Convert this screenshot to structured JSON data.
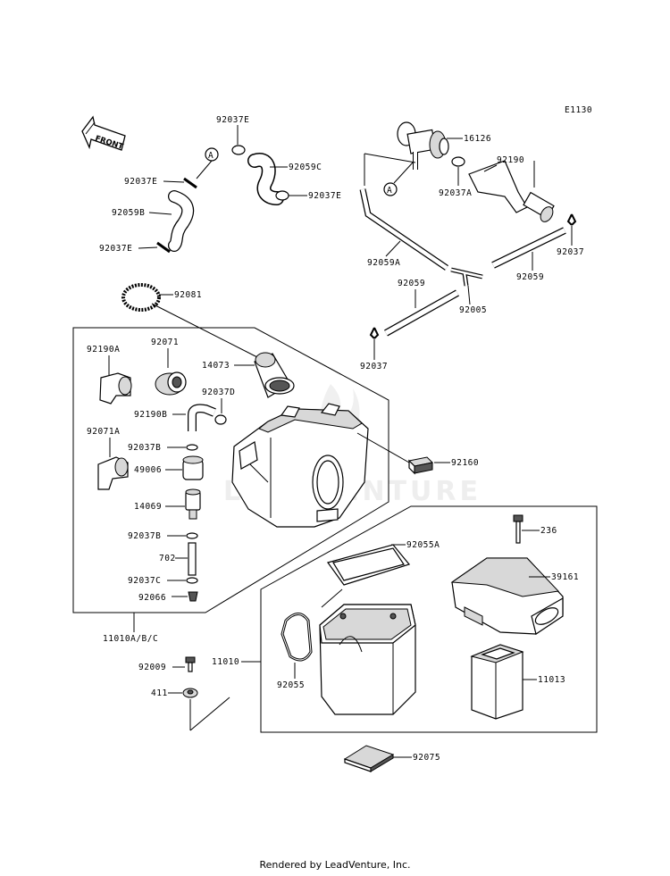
{
  "diagram_code": "E1130",
  "front_label": "FRONT",
  "circle_marker": "A",
  "watermark": "LEADVENTURE",
  "footer": "Rendered by LeadVenture, Inc.",
  "labels": {
    "p16126": "16126",
    "p92190": "92190",
    "p92037A": "92037A",
    "p92037E_top": "92037E",
    "p92059C": "92059C",
    "p92037E_right": "92037E",
    "p92037E_left1": "92037E",
    "p92059B": "92059B",
    "p92037E_left2": "92037E",
    "p92059A": "92059A",
    "p92059_right": "92059",
    "p92037_right": "92037",
    "p92059_mid": "92059",
    "p92005": "92005",
    "p92037_mid": "92037",
    "p92081": "92081",
    "p92190A": "92190A",
    "p92071": "92071",
    "p14073": "14073",
    "p92037D": "92037D",
    "p92190B": "92190B",
    "p92071A": "92071A",
    "p92037B_1": "92037B",
    "p49006": "49006",
    "p92160": "92160",
    "p14069": "14069",
    "p92037B_2": "92037B",
    "p702": "702",
    "p92037C": "92037C",
    "p92066": "92066",
    "p11010ABC": "11010A/B/C",
    "p236": "236",
    "p92055A": "92055A",
    "p39161": "39161",
    "p11010": "11010",
    "p92009": "92009",
    "p92055": "92055",
    "p11013": "11013",
    "p411": "411",
    "p92075": "92075"
  }
}
